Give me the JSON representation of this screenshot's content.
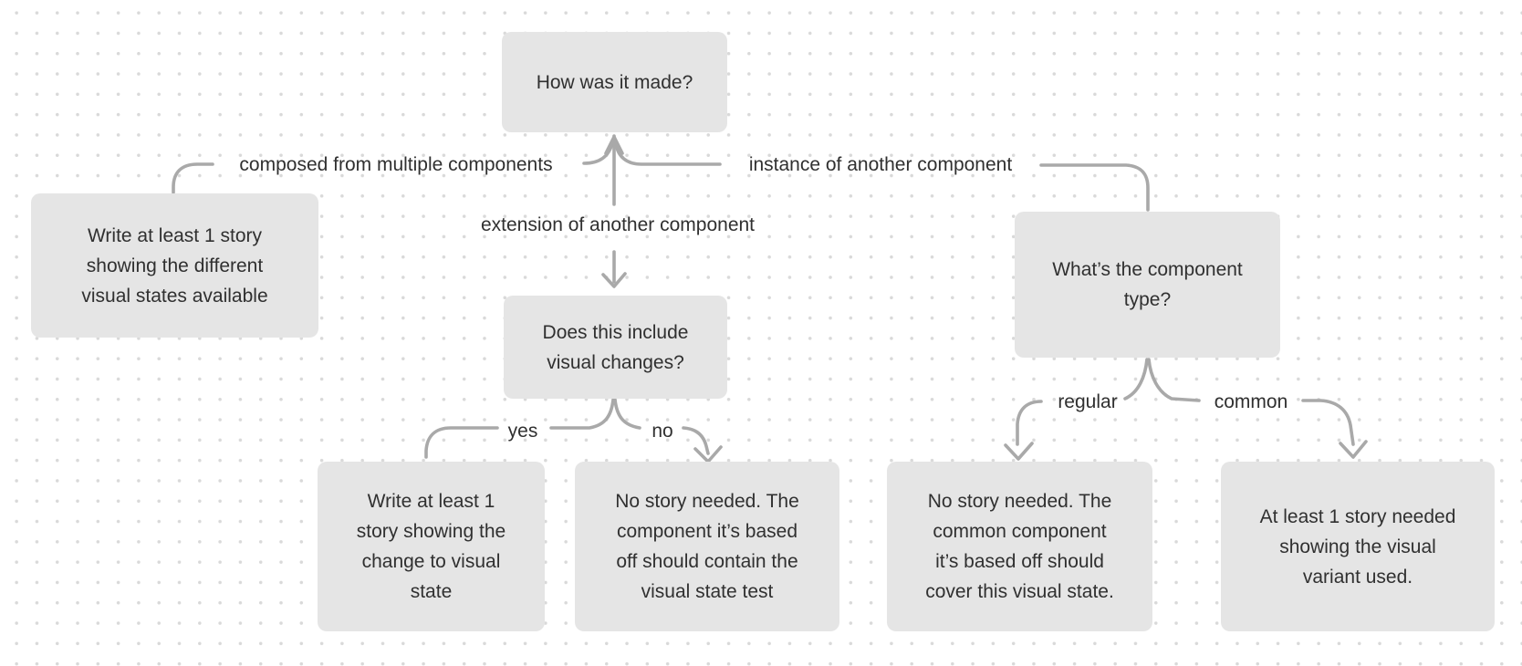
{
  "canvas": {
    "background_color": "#ffffff",
    "dot_color": "#d9d9d9",
    "node_fill_color": "#e5e5e5",
    "connector_color": "#a9a9a9",
    "text_color": "#303030"
  },
  "nodes": {
    "how_made": {
      "text": "How was it made?"
    },
    "visual_states_story": {
      "text": "Write at least 1 story\nshowing the different\nvisual states available"
    },
    "visual_changes_question": {
      "text": "Does this include\nvisual changes?"
    },
    "change_story": {
      "text": "Write at least 1\nstory showing the\nchange to visual\nstate"
    },
    "no_story_component": {
      "text": "No story needed. The\ncomponent it’s based\noff should contain the\nvisual state test"
    },
    "component_type_question": {
      "text": "What’s the component\ntype?"
    },
    "no_story_common": {
      "text": "No story needed. The\ncommon component\nit’s based off should\ncover this visual state."
    },
    "variant_story": {
      "text": "At least 1 story needed\nshowing the visual\nvariant used."
    }
  },
  "edge_labels": {
    "composed": "composed from multiple components",
    "extension": "extension of another component",
    "instance": "instance of another component",
    "yes": "yes",
    "no": "no",
    "regular": "regular",
    "common": "common"
  }
}
